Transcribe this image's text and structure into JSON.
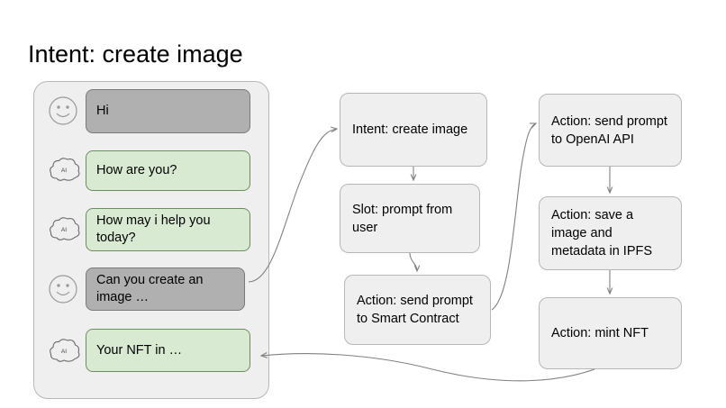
{
  "page": {
    "title": "Intent: create image",
    "background_color": "#ffffff"
  },
  "colors": {
    "panel_fill": "#efefef",
    "panel_stroke": "#b7b7b7",
    "user_bubble_fill": "#b0b0b0",
    "user_bubble_stroke": "#7a7a7a",
    "ai_bubble_fill": "#d9ead3",
    "ai_bubble_stroke": "#6b8e5e",
    "connector_stroke": "#808080",
    "text": "#000000"
  },
  "chat_panel": {
    "name": "chat-conversation-panel",
    "messages": [
      {
        "sender": "user",
        "avatar_icon": "smiley-face-icon",
        "lines": [
          "Hi"
        ]
      },
      {
        "sender": "ai",
        "avatar_icon": "ai-cloud-icon",
        "avatar_label": "AI",
        "lines": [
          "How are you?"
        ]
      },
      {
        "sender": "ai",
        "avatar_icon": "ai-cloud-icon",
        "avatar_label": "AI",
        "lines": [
          "How may i help you",
          "today?"
        ]
      },
      {
        "sender": "user",
        "avatar_icon": "smiley-face-icon",
        "lines": [
          "Can you create an",
          "image …"
        ]
      },
      {
        "sender": "ai",
        "avatar_icon": "ai-cloud-icon",
        "avatar_label": "AI",
        "lines": [
          "Your NFT in …"
        ]
      }
    ]
  },
  "flow_middle": {
    "name": "middle-flow-column",
    "nodes": [
      {
        "id": "intent",
        "lines": [
          "Intent: create image"
        ]
      },
      {
        "id": "slot",
        "lines": [
          "Slot: prompt from",
          "user"
        ]
      },
      {
        "id": "action-smart-contract",
        "lines": [
          "Action: send prompt",
          "to Smart Contract"
        ]
      }
    ]
  },
  "flow_right": {
    "name": "right-flow-column",
    "nodes": [
      {
        "id": "action-openai",
        "lines": [
          "Action: send prompt",
          "to OpenAI API"
        ]
      },
      {
        "id": "action-ipfs",
        "lines": [
          "Action: save a",
          "image and",
          "metadata in IPFS"
        ]
      },
      {
        "id": "action-mint",
        "lines": [
          "Action: mint NFT"
        ]
      }
    ]
  },
  "connectors": [
    {
      "name": "connector-user-message-to-intent",
      "from": "chat-bubble-4",
      "to": "intent"
    },
    {
      "name": "connector-intent-to-slot",
      "from": "intent",
      "to": "slot"
    },
    {
      "name": "connector-slot-to-action-smart-contract",
      "from": "slot",
      "to": "action-smart-contract"
    },
    {
      "name": "connector-smart-contract-to-openai",
      "from": "action-smart-contract",
      "to": "action-openai"
    },
    {
      "name": "connector-openai-to-ipfs",
      "from": "action-openai",
      "to": "action-ipfs"
    },
    {
      "name": "connector-ipfs-to-mint",
      "from": "action-ipfs",
      "to": "action-mint"
    },
    {
      "name": "connector-mint-to-chat-reply",
      "from": "action-mint",
      "to": "chat-bubble-5"
    }
  ]
}
